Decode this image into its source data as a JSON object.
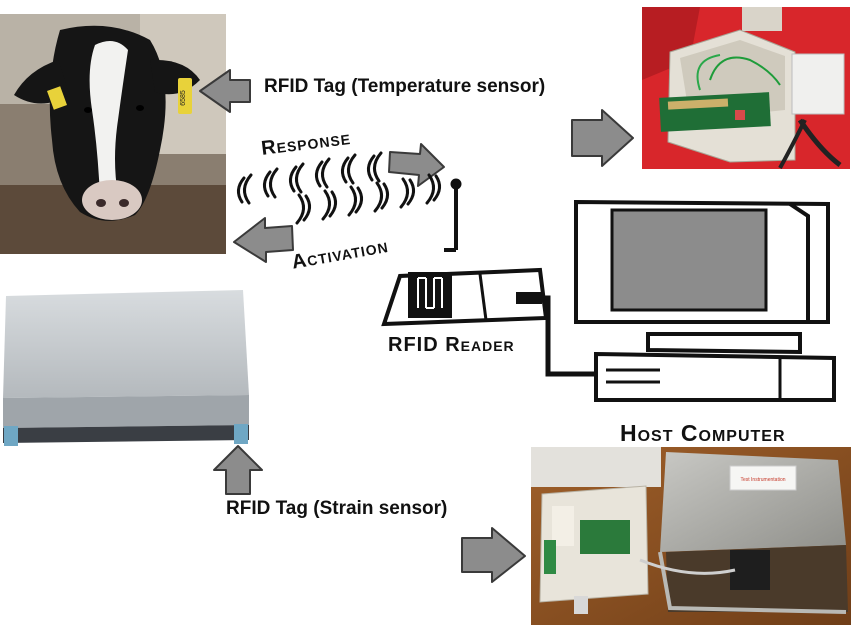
{
  "labels": {
    "rfid_tag_temp": "RFID Tag (Temperature sensor)",
    "response": "Response",
    "activation": "Activation",
    "rfid_reader": "RFID Reader",
    "host_computer": "Host Computer",
    "rfid_tag_strain": "RFID Tag (Strain sensor)",
    "ear_tag_text": "6585",
    "device_box_label": "Test Instrumentation"
  },
  "icons": [
    "cow-photo",
    "scale-photo",
    "temperature-sensor-photo",
    "strain-sensor-photo",
    "rfid-reader-icon",
    "host-computer-icon",
    "arrow-icon",
    "radio-wave-icon"
  ],
  "colors": {
    "arrow_fill": "#8c8c8c",
    "arrow_stroke": "#3a3a3a",
    "red_cloth": "#d8262b",
    "scale_top": "#c9cdd0"
  }
}
